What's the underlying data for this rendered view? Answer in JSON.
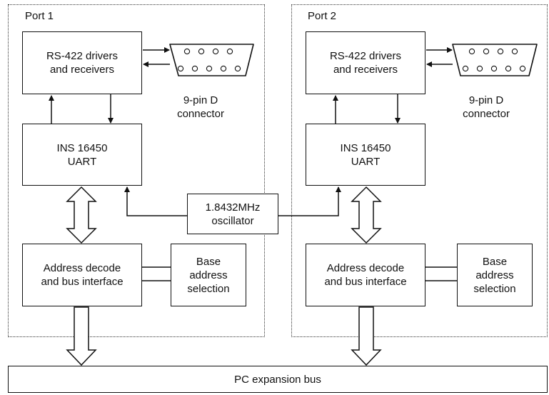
{
  "ports": [
    {
      "title": "Port 1",
      "transceiver": [
        "RS-422 drivers",
        "and receivers"
      ],
      "connector_label": [
        "9-pin D",
        "connector"
      ],
      "uart": [
        "INS 16450",
        "UART"
      ],
      "decoder": [
        "Address decode",
        "and bus interface"
      ],
      "base_address": [
        "Base",
        "address",
        "selection"
      ]
    },
    {
      "title": "Port 2",
      "transceiver": [
        "RS-422 drivers",
        "and receivers"
      ],
      "connector_label": [
        "9-pin D",
        "connector"
      ],
      "uart": [
        "INS 16450",
        "UART"
      ],
      "decoder": [
        "Address decode",
        "and bus interface"
      ],
      "base_address": [
        "Base",
        "address",
        "selection"
      ]
    }
  ],
  "oscillator": [
    "1.8432MHz",
    "oscillator"
  ],
  "bus": "PC expansion bus"
}
